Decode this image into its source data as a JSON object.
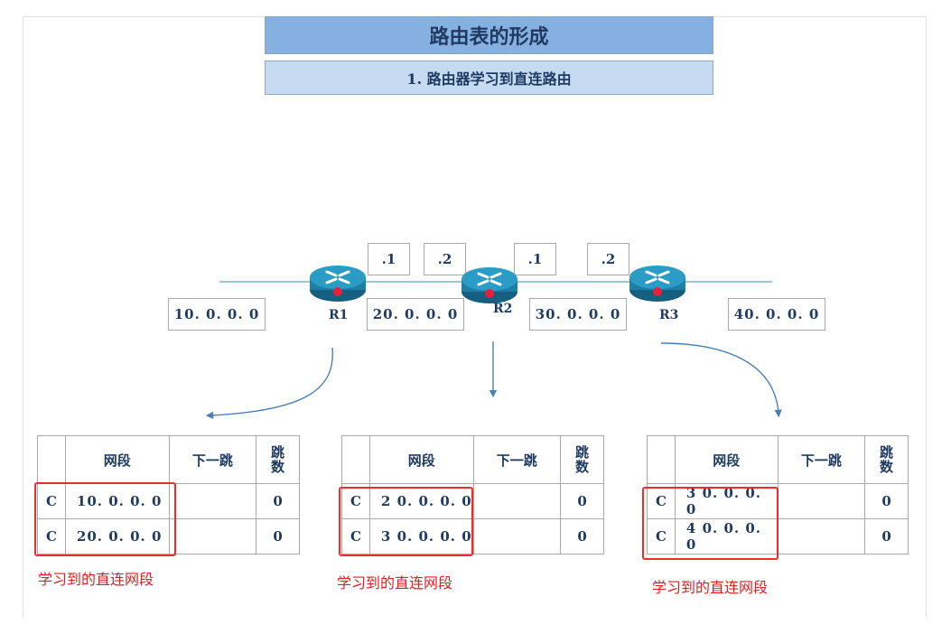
{
  "title": "路由表的形成",
  "subtitle": "1. 路由器学习到直连路由",
  "networks": [
    "10. 0. 0. 0",
    "20. 0. 0. 0",
    "30. 0. 0. 0",
    "40. 0. 0. 0"
  ],
  "interfaces": [
    ".1",
    ".2",
    ".1",
    ".2"
  ],
  "routers": [
    {
      "label": "R1"
    },
    {
      "label": "R2"
    },
    {
      "label": "R3"
    }
  ],
  "table_headers": {
    "network": "网段",
    "next_hop": "下一跳",
    "hops": "跳数"
  },
  "routing_tables": [
    {
      "rows": [
        {
          "type": "C",
          "network": "10. 0. 0. 0",
          "next_hop": "",
          "hops": "0"
        },
        {
          "type": "C",
          "network": "20. 0. 0. 0",
          "next_hop": "",
          "hops": "0"
        }
      ]
    },
    {
      "rows": [
        {
          "type": "C",
          "network": "2 0. 0. 0. 0",
          "next_hop": "",
          "hops": "0"
        },
        {
          "type": "C",
          "network": "3 0. 0. 0. 0",
          "next_hop": "",
          "hops": "0"
        }
      ]
    },
    {
      "rows": [
        {
          "type": "C",
          "network": "3 0. 0. 0. 0",
          "next_hop": "",
          "hops": "0"
        },
        {
          "type": "C",
          "network": "4 0. 0. 0. 0",
          "next_hop": "",
          "hops": "0"
        }
      ]
    }
  ],
  "caption": "学习到的直连网段",
  "colors": {
    "title_bg": "#86b0df",
    "subtitle_bg": "#c6dbf1",
    "highlight": "#ee2c2c",
    "router_body": "#1d7fa5"
  }
}
